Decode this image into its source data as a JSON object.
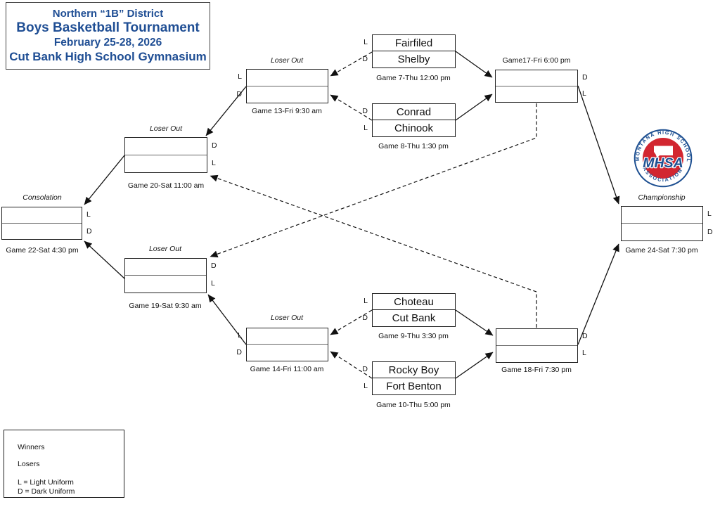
{
  "title_box": {
    "line1": "Northern “1B” District",
    "line2": "Boys Basketball Tournament",
    "line3": "February 25-28, 2026",
    "line4": "Cut Bank High School Gymnasium"
  },
  "games": {
    "game7": {
      "caption": "Game 7-Thu 12:00 pm",
      "top_team": "Fairfiled",
      "bottom_team": "Shelby",
      "top_tag": "L",
      "bottom_tag": "D"
    },
    "game8": {
      "caption": "Game 8-Thu 1:30 pm",
      "top_team": "Conrad",
      "bottom_team": "Chinook",
      "top_tag": "D",
      "bottom_tag": "L"
    },
    "game9": {
      "caption": "Game 9-Thu 3:30 pm",
      "top_team": "Choteau",
      "bottom_team": "Cut Bank",
      "top_tag": "L",
      "bottom_tag": "D"
    },
    "game10": {
      "caption": "Game 10-Thu 5:00 pm",
      "top_team": "Rocky Boy",
      "bottom_team": "Fort Benton",
      "top_tag": "D",
      "bottom_tag": "L"
    },
    "game13": {
      "title": "Loser Out",
      "caption": "Game 13-Fri 9:30 am",
      "top_tag": "L",
      "bottom_tag": "D"
    },
    "game14": {
      "title": "Loser Out",
      "caption": "Game 14-Fri 11:00 am",
      "top_tag": "L",
      "bottom_tag": "D"
    },
    "game17": {
      "caption": "Game17-Fri 6:00 pm",
      "top_tag": "D",
      "bottom_tag": "L"
    },
    "game18": {
      "caption": "Game 18-Fri 7:30 pm",
      "top_tag": "D",
      "bottom_tag": "L"
    },
    "game19": {
      "title": "Loser Out",
      "caption": "Game 19-Sat 9:30 am",
      "top_tag": "D",
      "bottom_tag": "L"
    },
    "game20": {
      "title": "Loser Out",
      "caption": "Game 20-Sat 11:00 am",
      "top_tag": "D",
      "bottom_tag": "L"
    },
    "game22": {
      "title": "Consolation",
      "caption": "Game 22-Sat 4:30 pm",
      "top_tag": "L",
      "bottom_tag": "D"
    },
    "game24": {
      "title": "Championship",
      "caption": "Game 24-Sat 7:30 pm",
      "top_tag": "L",
      "bottom_tag": "D"
    }
  },
  "legend": {
    "winners_label": "Winners",
    "losers_label": "Losers",
    "light_uniform": "L = Light Uniform",
    "dark_uniform": "D = Dark Uniform"
  },
  "logo": {
    "arc_top": "MONTANA HIGH SCHOOL",
    "arc_bottom": "ASSOCIATION",
    "acronym": "MHSA"
  },
  "colors": {
    "title_blue": "#1F4E94",
    "logo_red": "#D22630",
    "logo_blue": "#1D4F91",
    "line_black": "#111111"
  }
}
